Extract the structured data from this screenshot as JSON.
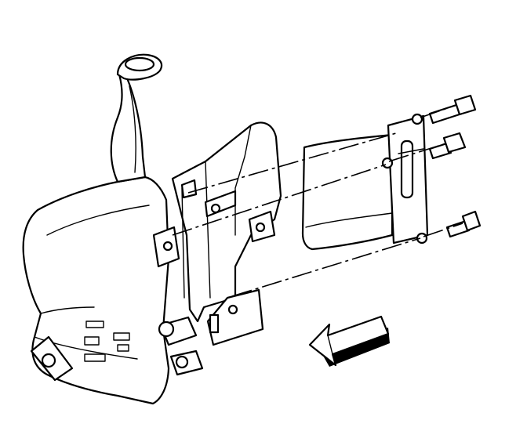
{
  "diagram": {
    "components": [
      {
        "id": "reservoir",
        "icon": "washer-fluid-reservoir"
      },
      {
        "id": "filler-neck",
        "icon": "filler-neck-cap"
      },
      {
        "id": "bracket",
        "icon": "mounting-bracket"
      },
      {
        "id": "cover",
        "icon": "reservoir-cover-plate"
      },
      {
        "id": "bolt-1",
        "icon": "bolt"
      },
      {
        "id": "bolt-2",
        "icon": "bolt"
      },
      {
        "id": "bolt-3",
        "icon": "bolt"
      },
      {
        "id": "direction-arrow",
        "icon": "front-arrow"
      }
    ],
    "colors": {
      "line": "#000000",
      "background": "#ffffff"
    }
  }
}
